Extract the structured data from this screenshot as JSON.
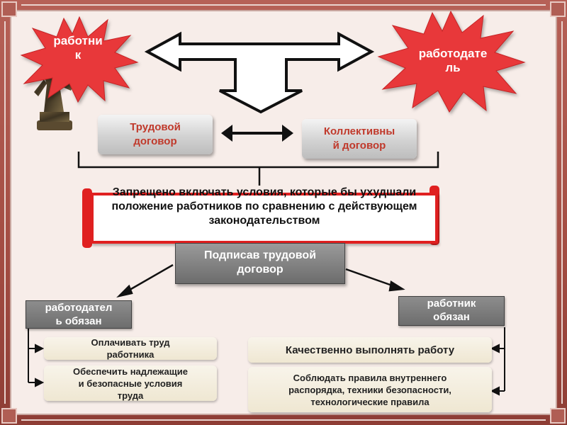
{
  "bursts": {
    "worker": "работни\nк",
    "employer": "работодате\nль"
  },
  "contracts": {
    "labor": "Трудовой\nдоговор",
    "collective": "Коллективны\nй договор"
  },
  "banner": {
    "text": "Запрещено включать условия, которые бы ухудшали положение работников по сравнению с действующем законодательством"
  },
  "signing": {
    "text": "Подписав трудовой\nдоговор"
  },
  "employer_side": {
    "header": "работодател\nь обязан",
    "duties": [
      "Оплачивать труд\nработника",
      "Обеспечить надлежащие\nи безопасные условия\nтруда"
    ]
  },
  "worker_side": {
    "header": "работник\nобязан",
    "duties": [
      "Качественно выполнять работу",
      "Соблюдать правила внутреннего\nраспорядка, техники безопасности,\nтехнологические правила"
    ]
  },
  "colors": {
    "frame": "#a34c42",
    "burst_red": "#e8383a",
    "contract_text": "#c0392b",
    "banner_border": "#e02020"
  }
}
